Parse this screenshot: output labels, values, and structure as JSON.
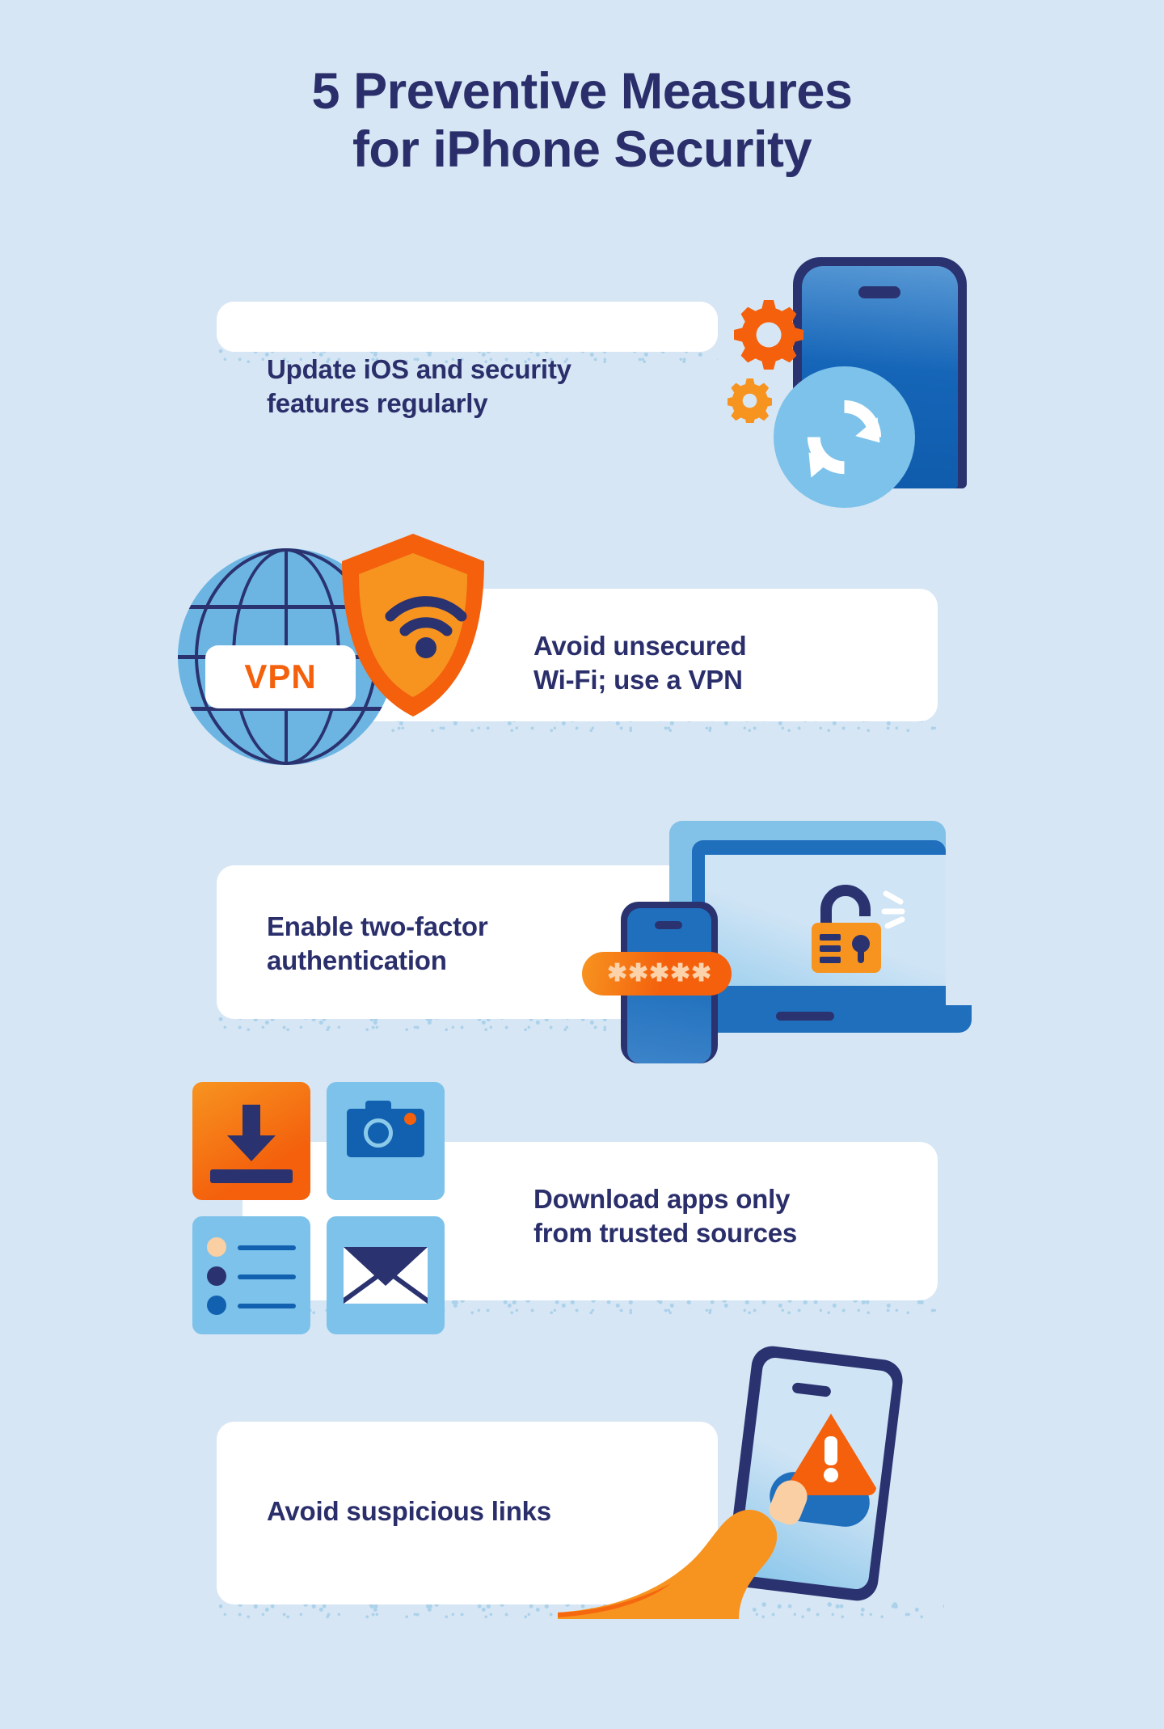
{
  "palette": {
    "background": "#d7e6f4",
    "card": "#ffffff",
    "navy": "#2a2f6b",
    "blue": "#1261b0",
    "light_blue": "#7cc2ea",
    "orange": "#f4600c",
    "amber": "#f79420",
    "peach": "#fbcfa4"
  },
  "title": {
    "line1": "5 Preventive Measures",
    "line2": "for iPhone Security"
  },
  "cards": [
    {
      "id": "update-ios",
      "text_lines": [
        "Update iOS and security",
        "features regularly"
      ],
      "illustration": "phone-gears-sync-icon",
      "icon_parts": [
        "gear-large-icon",
        "gear-small-icon",
        "smartphone-icon",
        "sync-refresh-icon"
      ]
    },
    {
      "id": "avoid-unsecured-wifi",
      "text_lines": [
        "Avoid unsecured",
        "Wi-Fi; use a VPN"
      ],
      "illustration": "globe-vpn-shield-icon",
      "badge_label": "VPN",
      "icon_parts": [
        "globe-icon",
        "vpn-badge",
        "shield-icon",
        "wifi-icon"
      ]
    },
    {
      "id": "two-factor-auth",
      "text_lines": [
        "Enable two-factor",
        "authentication"
      ],
      "illustration": "laptop-phone-password-lock-icon",
      "password_mask": "✱✱✱✱✱",
      "icon_parts": [
        "laptop-icon",
        "smartphone-icon",
        "password-field-icon",
        "unlocked-padlock-icon"
      ]
    },
    {
      "id": "trusted-sources",
      "text_lines": [
        "Download apps only",
        "from trusted sources"
      ],
      "illustration": "app-tiles-icon",
      "icon_parts": [
        "download-app-icon",
        "camera-app-icon",
        "list-app-icon",
        "mail-app-icon"
      ]
    },
    {
      "id": "avoid-suspicious-links",
      "text_lines": [
        "Avoid suspicious links"
      ],
      "illustration": "hand-tapping-phone-warning-icon",
      "icon_parts": [
        "hand-icon",
        "smartphone-icon",
        "warning-triangle-icon",
        "button-icon"
      ]
    }
  ]
}
